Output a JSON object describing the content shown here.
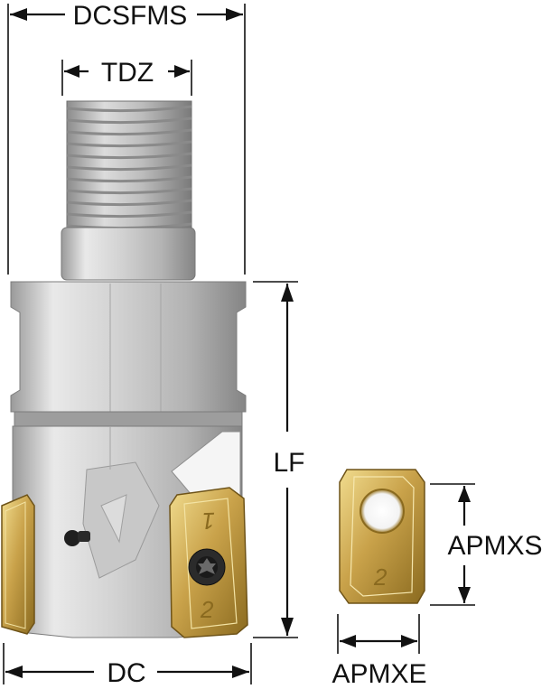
{
  "labels": {
    "dcsfms": "DCSFMS",
    "tdz": "TDZ",
    "lf": "LF",
    "dc": "DC",
    "apmxs": "APMXS",
    "apmxe": "APMXE"
  },
  "insert_marks": {
    "top": "1",
    "bottom": "2"
  },
  "colors": {
    "line": "#111111",
    "steel_light": "#e6e6e6",
    "steel_mid": "#b9b9b9",
    "steel_dark": "#7d7d7d",
    "insert_gold": "#c9a24a",
    "insert_dark": "#6e5318"
  }
}
